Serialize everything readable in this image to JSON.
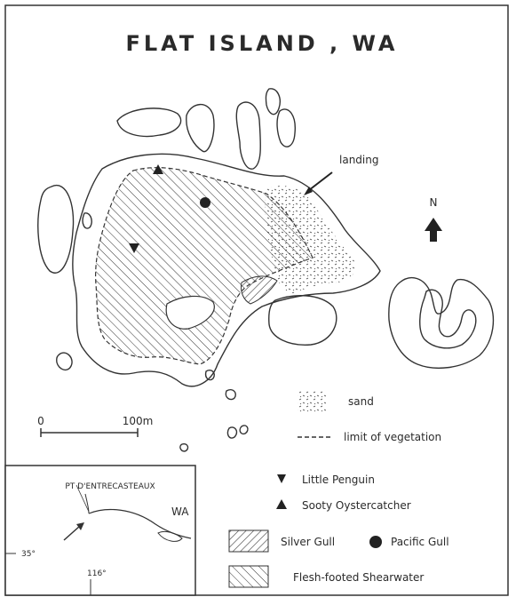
{
  "title": "FLAT ISLAND , WA",
  "labels": {
    "landing": "landing",
    "north": "N"
  },
  "scale_bar": {
    "start": "0",
    "end": "100m"
  },
  "legend": {
    "sand": "sand",
    "limit_vegetation": "limit of vegetation",
    "little_penguin": "Little Penguin",
    "sooty_oystercatcher": "Sooty Oystercatcher",
    "silver_gull": "Silver Gull",
    "pacific_gull": "Pacific Gull",
    "flesh_footed_shearwater": "Flesh-footed Shearwater"
  },
  "inset": {
    "place": "PT D'ENTRECASTEAUX",
    "state": "WA",
    "lat": "35°",
    "lon": "116°"
  },
  "colors": {
    "ink": "#2a2a2a",
    "paper": "#ffffff"
  }
}
